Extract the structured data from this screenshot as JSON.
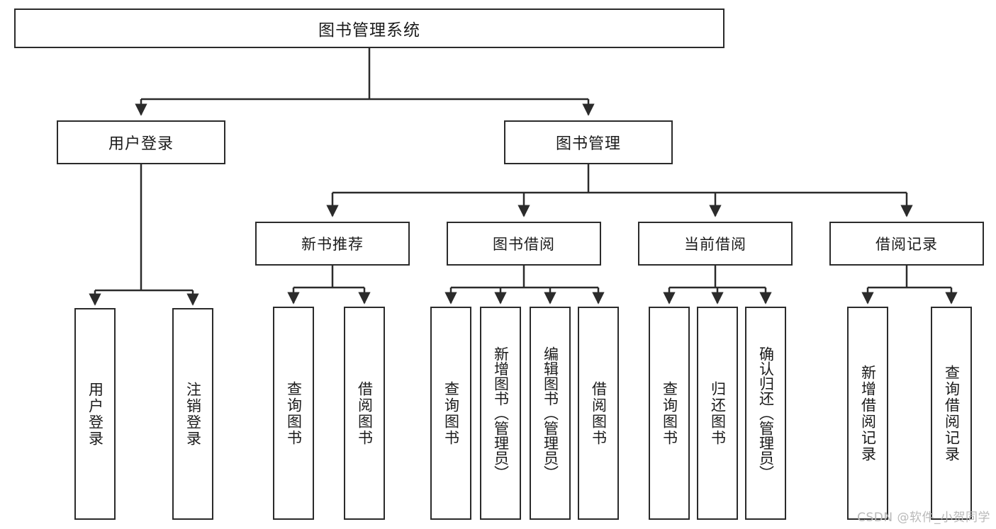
{
  "diagram": {
    "type": "tree",
    "title": "图书管理系统",
    "root": {
      "id": "root",
      "label": "图书管理系统"
    },
    "level1": [
      {
        "id": "user-login",
        "label": "用户登录"
      },
      {
        "id": "book-management",
        "label": "图书管理"
      }
    ],
    "level2": [
      {
        "id": "new-book-recommend",
        "label": "新书推荐",
        "parent": "book-management"
      },
      {
        "id": "book-borrow",
        "label": "图书借阅",
        "parent": "book-management"
      },
      {
        "id": "current-borrow",
        "label": "当前借阅",
        "parent": "book-management"
      },
      {
        "id": "borrow-record",
        "label": "借阅记录",
        "parent": "book-management"
      }
    ],
    "leaves": {
      "user_login": [
        {
          "id": "leaf-user-login",
          "label": "用户登录"
        },
        {
          "id": "leaf-user-logout",
          "label": "注销登录"
        }
      ],
      "new_book_recommend": [
        {
          "id": "leaf-query-book-1",
          "label": "查询图书"
        },
        {
          "id": "leaf-borrow-book-1",
          "label": "借阅图书"
        }
      ],
      "book_borrow": [
        {
          "id": "leaf-query-book-2",
          "label": "查询图书"
        },
        {
          "id": "leaf-add-book",
          "label": "新增图书（管理员）"
        },
        {
          "id": "leaf-edit-book",
          "label": "编辑图书（管理员）"
        },
        {
          "id": "leaf-borrow-book-2",
          "label": "借阅图书"
        }
      ],
      "current_borrow": [
        {
          "id": "leaf-query-book-3",
          "label": "查询图书"
        },
        {
          "id": "leaf-return-book",
          "label": "归还图书"
        },
        {
          "id": "leaf-confirm-return",
          "label": "确认归还（管理员）"
        }
      ],
      "borrow_record": [
        {
          "id": "leaf-add-record",
          "label": "新增借阅记录"
        },
        {
          "id": "leaf-query-record",
          "label": "查询借阅记录"
        }
      ]
    },
    "colors": {
      "stroke": "#2b2b2b",
      "background": "#ffffff",
      "text": "#1b1b1b",
      "watermark": "#b9b9b9"
    }
  },
  "watermark": {
    "text": "CSDN @软件_小贺同学"
  }
}
